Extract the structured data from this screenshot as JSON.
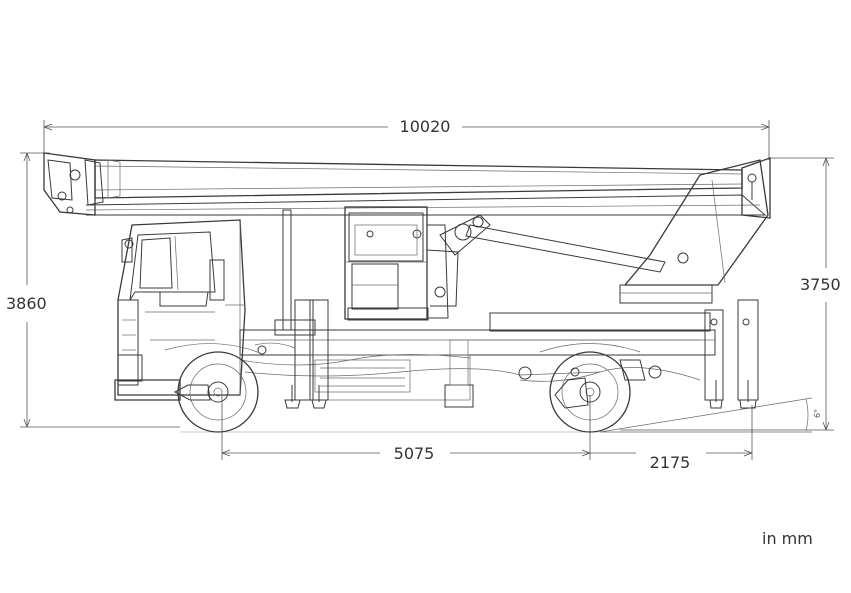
{
  "dimensions": {
    "overall_length": "10020",
    "overall_height_left": "3860",
    "overall_height_right": "3750",
    "wheelbase": "5075",
    "rear_overhang": "2175",
    "ramp_angle_symbol": "6°"
  },
  "unit_note": "in mm",
  "colors": {
    "line": "#3a3a3a",
    "background": "#ffffff"
  }
}
